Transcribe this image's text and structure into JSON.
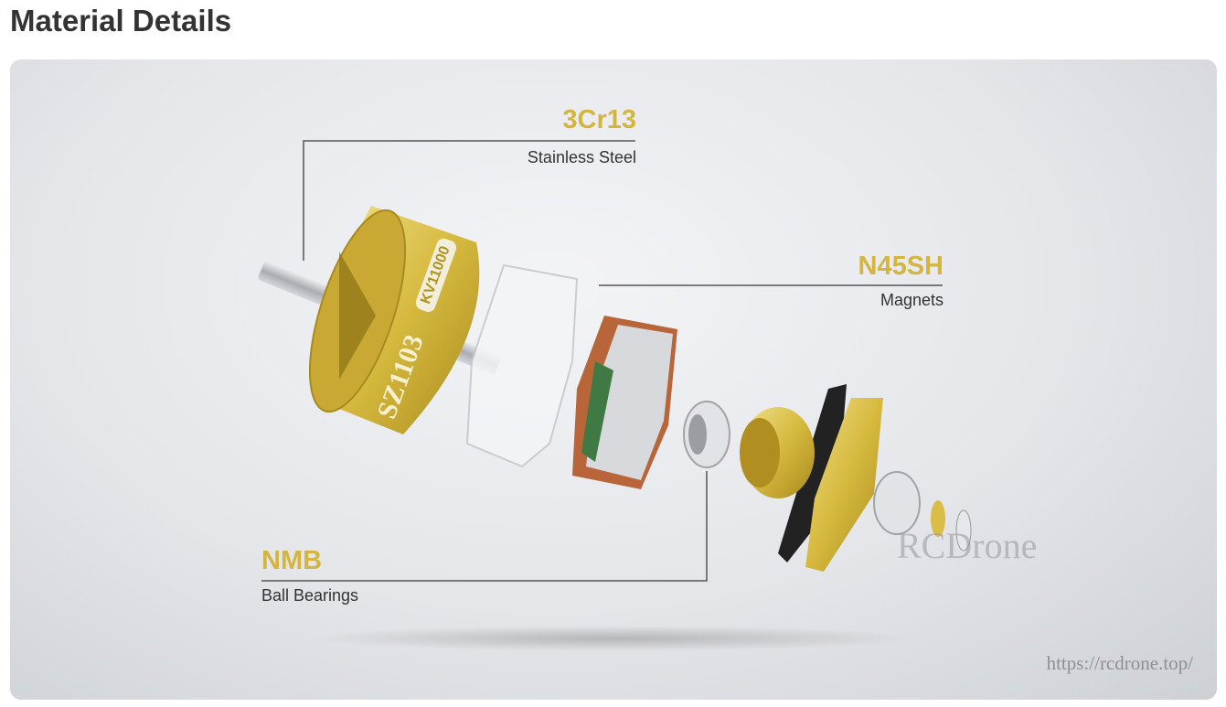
{
  "page": {
    "title": "Material Details"
  },
  "callouts": [
    {
      "material": "3Cr13",
      "description": "Stainless Steel"
    },
    {
      "material": "N45SH",
      "description": "Magnets"
    },
    {
      "material": "NMB",
      "description": "Ball Bearings"
    }
  ],
  "product": {
    "model": "SZ1103",
    "kv": "KV11000"
  },
  "watermark": {
    "brand": "RCDrone",
    "url": "https://rcdrone.top/"
  },
  "colors": {
    "accent": "#d3b540",
    "text": "#333333"
  }
}
